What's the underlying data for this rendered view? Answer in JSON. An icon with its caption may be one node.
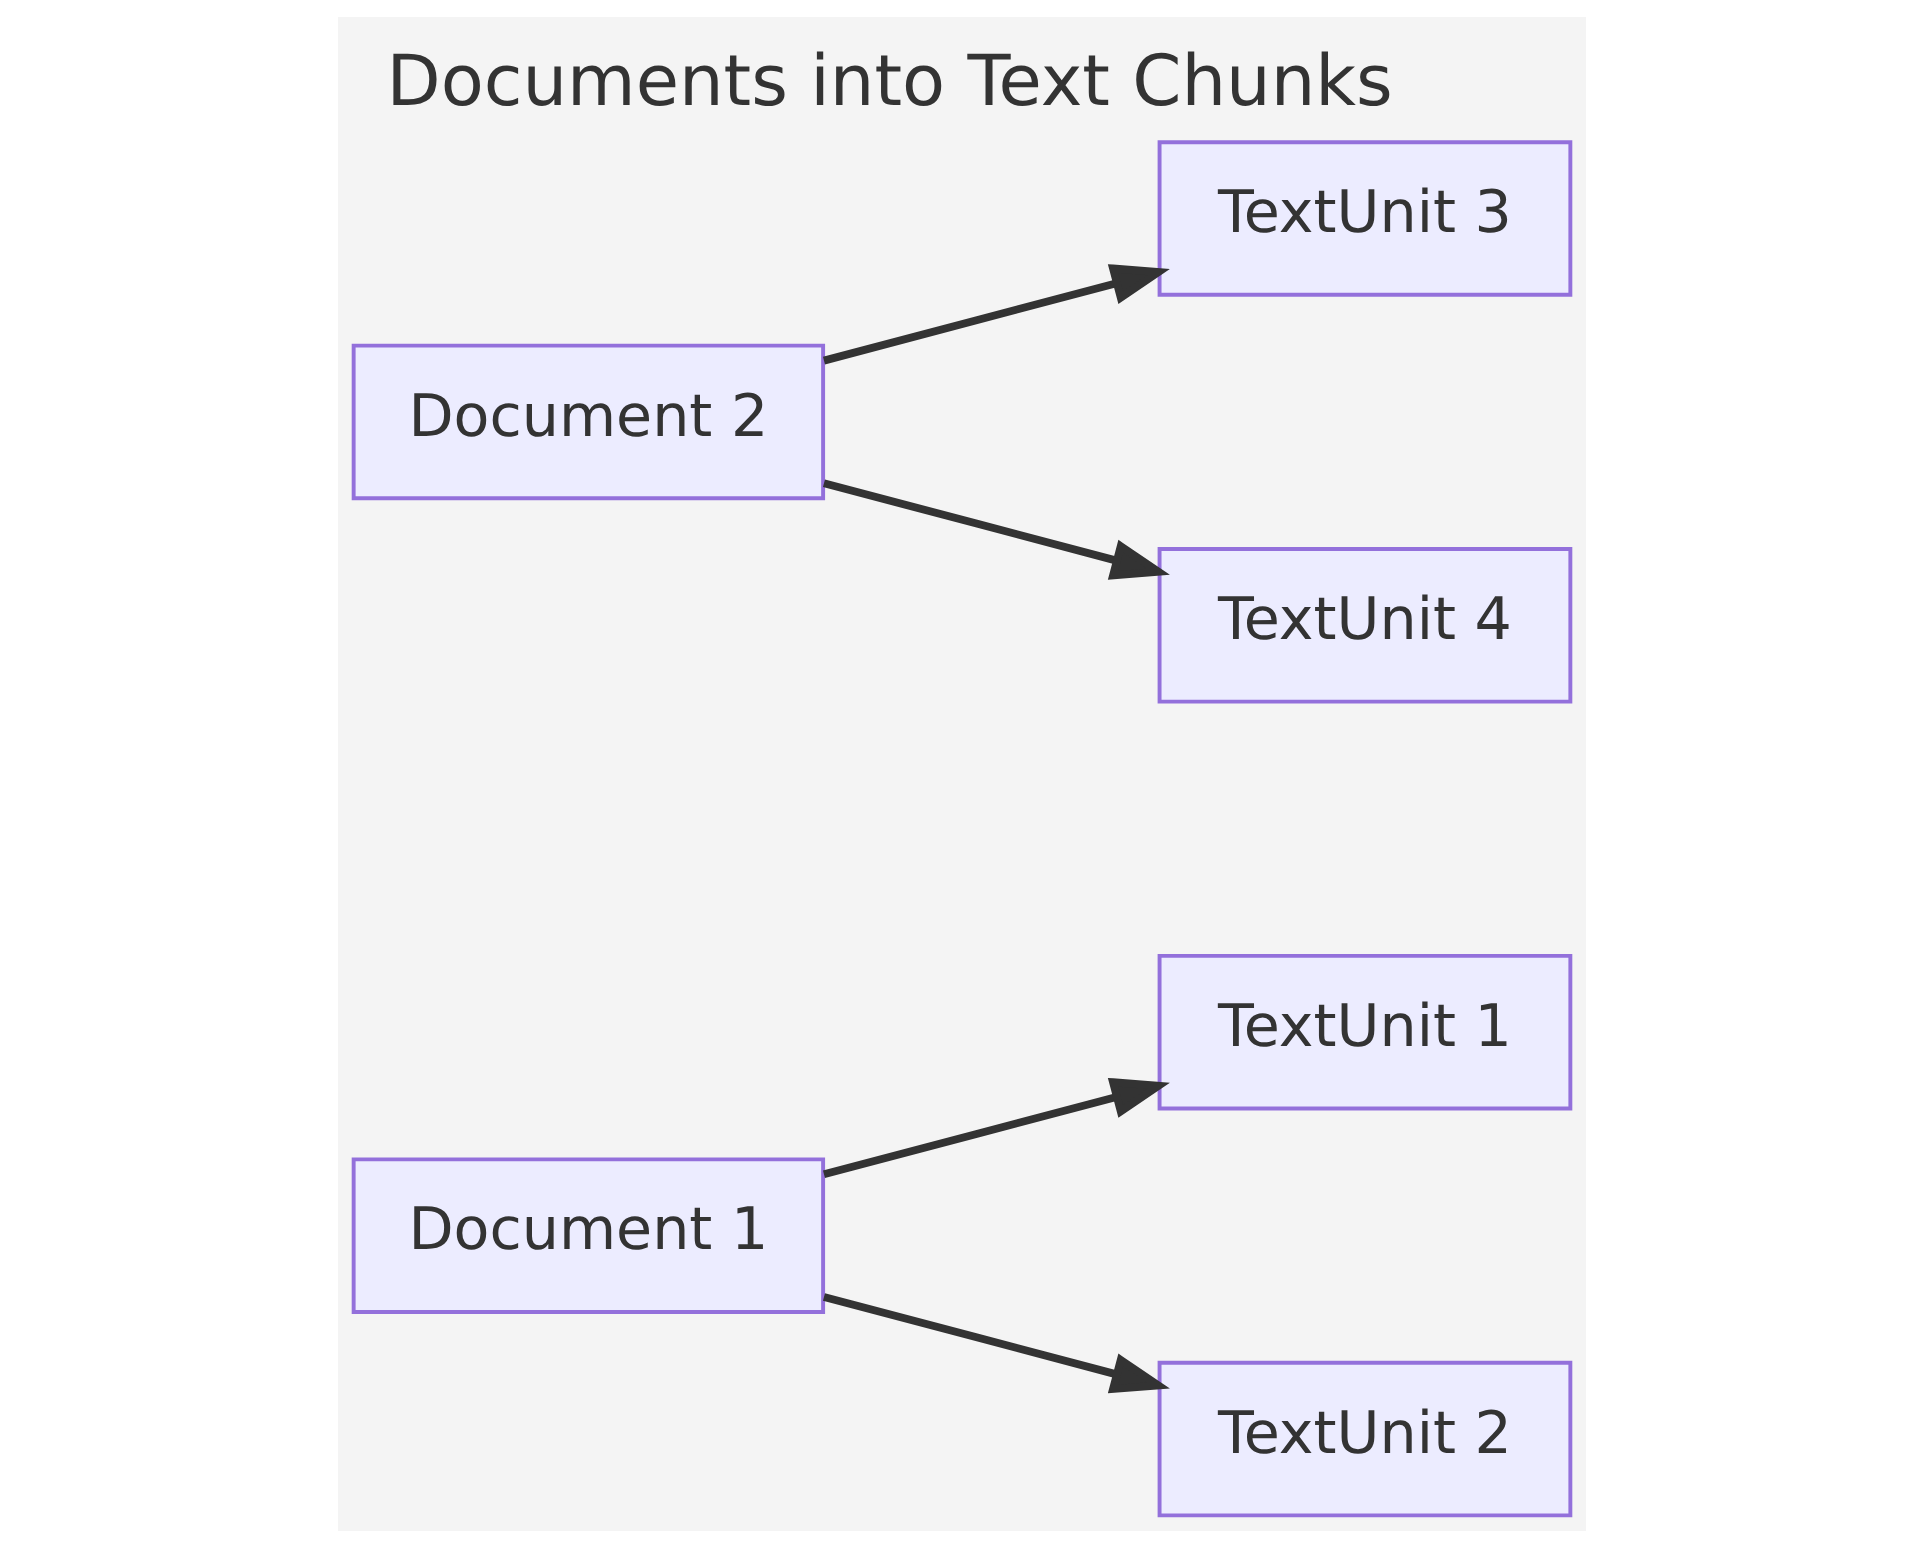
{
  "diagram": {
    "title": "Documents into Text Chunks",
    "nodes": [
      {
        "text": [
          "Document 1"
        ]
      },
      {
        "text": [
          "TextUnit 1"
        ]
      },
      {
        "text": [
          "TextUnit 2"
        ]
      },
      {
        "text": [
          "Document 2"
        ]
      },
      {
        "text": [
          "TextUnit 3"
        ]
      },
      {
        "text": [
          "TextUnit 4"
        ]
      }
    ],
    "edges": [
      {
        "from": 0,
        "to": 1,
        "arrow": "to"
      },
      {
        "from": 0,
        "to": 2,
        "arrow": "to"
      },
      {
        "from": 3,
        "to": 4,
        "arrow": "to"
      },
      {
        "from": 3,
        "to": 5,
        "arrow": "to"
      }
    ]
  }
}
